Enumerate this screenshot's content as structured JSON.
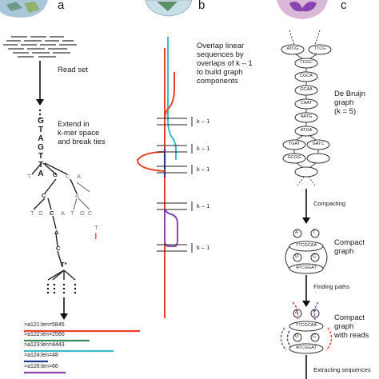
{
  "panels": {
    "a": {
      "letter": "a",
      "read_set_label": "Read set",
      "extend_label": [
        "Extend in",
        "k-mer space",
        "and break ties"
      ],
      "kmer_bases": [
        "G",
        "T",
        "A",
        "G",
        "T",
        "T",
        "A"
      ],
      "branch_bases": [
        "T",
        "G",
        "C",
        "A",
        "C",
        "A",
        "T",
        "G",
        "C",
        "A",
        "T",
        "G",
        "C",
        "A",
        "T",
        "C",
        "T*"
      ],
      "break_mark": "!",
      "contigs": [
        {
          "label": ">a121:len=5845",
          "color": "#e8432a"
        },
        {
          "label": ">a122:len=2560",
          "color": "#3a8a5a"
        },
        {
          "label": ">a123:len=4443",
          "color": "#3bbdc9"
        },
        {
          "label": ">a124:len=48",
          "color": "#2a3a8a"
        },
        {
          "label": ">a126:len=66",
          "color": "#8a44b0"
        }
      ]
    },
    "b": {
      "letter": "b",
      "description": [
        "Overlap linear",
        "sequences by",
        "overlaps of k – 1",
        "to build graph",
        "components"
      ],
      "overlap_label": "k – 1"
    },
    "c": {
      "letter": "c",
      "debruijn_label": [
        "De Bruijn",
        "graph",
        "(k = 5)"
      ],
      "compacting_label": "Compacting",
      "compact_graph_label": [
        "Compact",
        "graph"
      ],
      "finding_paths_label": "Finding paths",
      "compact_reads_label": [
        "Compact",
        "graph",
        "with reads"
      ],
      "extracting_label": "Extracting sequences",
      "top_nodes": [
        "ATCG",
        "TTCG"
      ],
      "chain_nodes": [
        "TCGC",
        "CGCA",
        "GCAA",
        "CAAT",
        "AATG",
        "ATGA",
        "TGAT",
        "GATC",
        "GCGG"
      ],
      "compact_node_top": "TTCGCAA",
      "compact_node_bottom": "ATCGGAT",
      "small_nodes": [
        "A",
        "T",
        "G",
        "C"
      ]
    }
  },
  "colors": {
    "red": "#e8432a",
    "cyan": "#3bbdc9",
    "purple": "#8a44b0",
    "navy": "#2a3a8a",
    "green": "#3a8a5a"
  }
}
